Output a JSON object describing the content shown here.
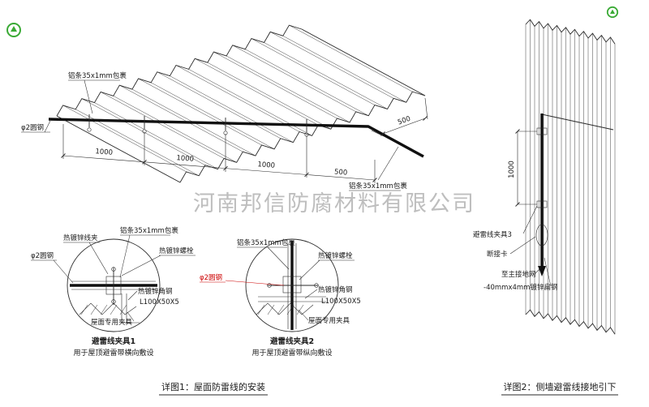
{
  "watermark": "河南邦信防腐材料有限公司",
  "colors": {
    "accent_red": "#cc0000",
    "line": "#2a2a2a",
    "logo_green": "#3aaa35"
  },
  "main": {
    "strip_top": "铝条35x1mm包裹",
    "strip_right": "铝条35x1mm包裹",
    "round_steel": "φ2圆钢",
    "dims": {
      "d1": "1000",
      "d2": "1000",
      "d3": "1000",
      "d4": "500",
      "edge": "500"
    }
  },
  "detail1": {
    "title": "避雷线夹具1",
    "subtitle": "用于屋顶避雷带横向敷设",
    "labels": {
      "clamp": "热镀锌线夹",
      "strip": "铝条35x1mm包裹",
      "bolt": "热镀锌螺栓",
      "rod": "φ2圆钢",
      "angle": "热镀锌角钢",
      "angle_spec": "L100X50X5",
      "fixture": "屋面专用夹具"
    }
  },
  "detail2": {
    "title": "避雷线夹具2",
    "subtitle": "用于屋顶避雷带纵向敷设",
    "labels": {
      "strip": "铝条35x1mm包裹",
      "bolt": "热镀锌螺栓",
      "rod": "φ2圆钢",
      "angle": "热镀锌角钢",
      "angle_spec": "L100X50X5",
      "fixture": "屋面专用夹具"
    }
  },
  "wall": {
    "dim": "1000",
    "clamp3": "避雷线夹具3",
    "disconnect": "断接卡",
    "to_ground": "至主接地网",
    "flat_steel": "-40mmx4mm镀锌扁钢"
  },
  "captions": {
    "c1": "详图1：屋面防雷线的安装",
    "c2": "详图2：侧墙避雷线接地引下"
  }
}
